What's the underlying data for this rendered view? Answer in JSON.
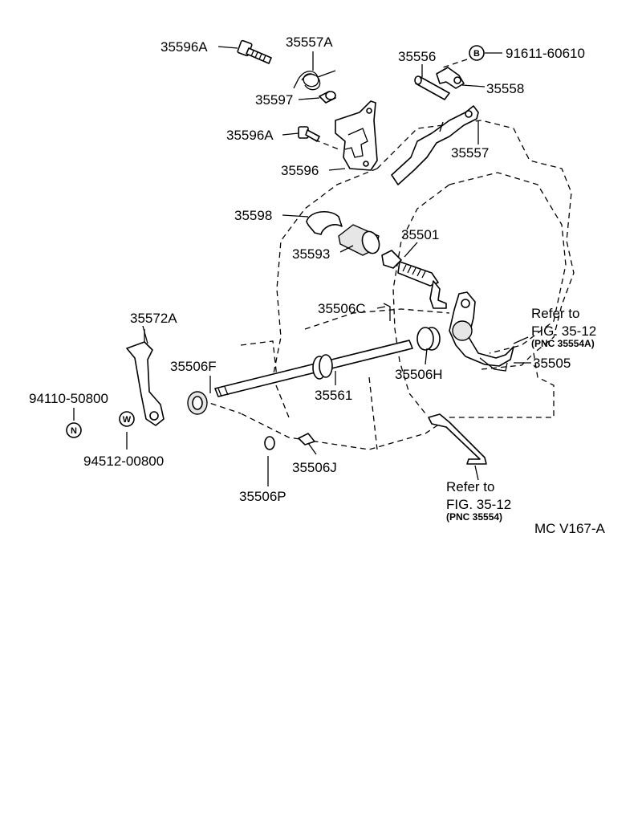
{
  "labels": {
    "p35596A_top": "35596A",
    "p35557A": "35557A",
    "p35597": "35597",
    "p35596A_mid": "35596A",
    "p35596": "35596",
    "p35556": "35556",
    "p35558": "35558",
    "p91611": "91611-60610",
    "p35557": "35557",
    "p35598": "35598",
    "p35593": "35593",
    "p35501": "35501",
    "p35506C": "35506C",
    "p35572A": "35572A",
    "p35506F": "35506F",
    "p35561": "35561",
    "p35506H": "35506H",
    "p35505": "35505",
    "p94110": "94110-50800",
    "p94512": "94512-00800",
    "p35506J": "35506J",
    "p35506P": "35506P"
  },
  "badges": {
    "B": "B",
    "N": "N",
    "W": "W"
  },
  "refs": {
    "upper_line1": "Refer to",
    "upper_line2": "FIG. 35-12",
    "upper_line3": "(PNC 35554A)",
    "lower_line1": "Refer to",
    "lower_line2": "FIG. 35-12",
    "lower_line3": "(PNC 35554)"
  },
  "figure_code": "MC V167-A"
}
